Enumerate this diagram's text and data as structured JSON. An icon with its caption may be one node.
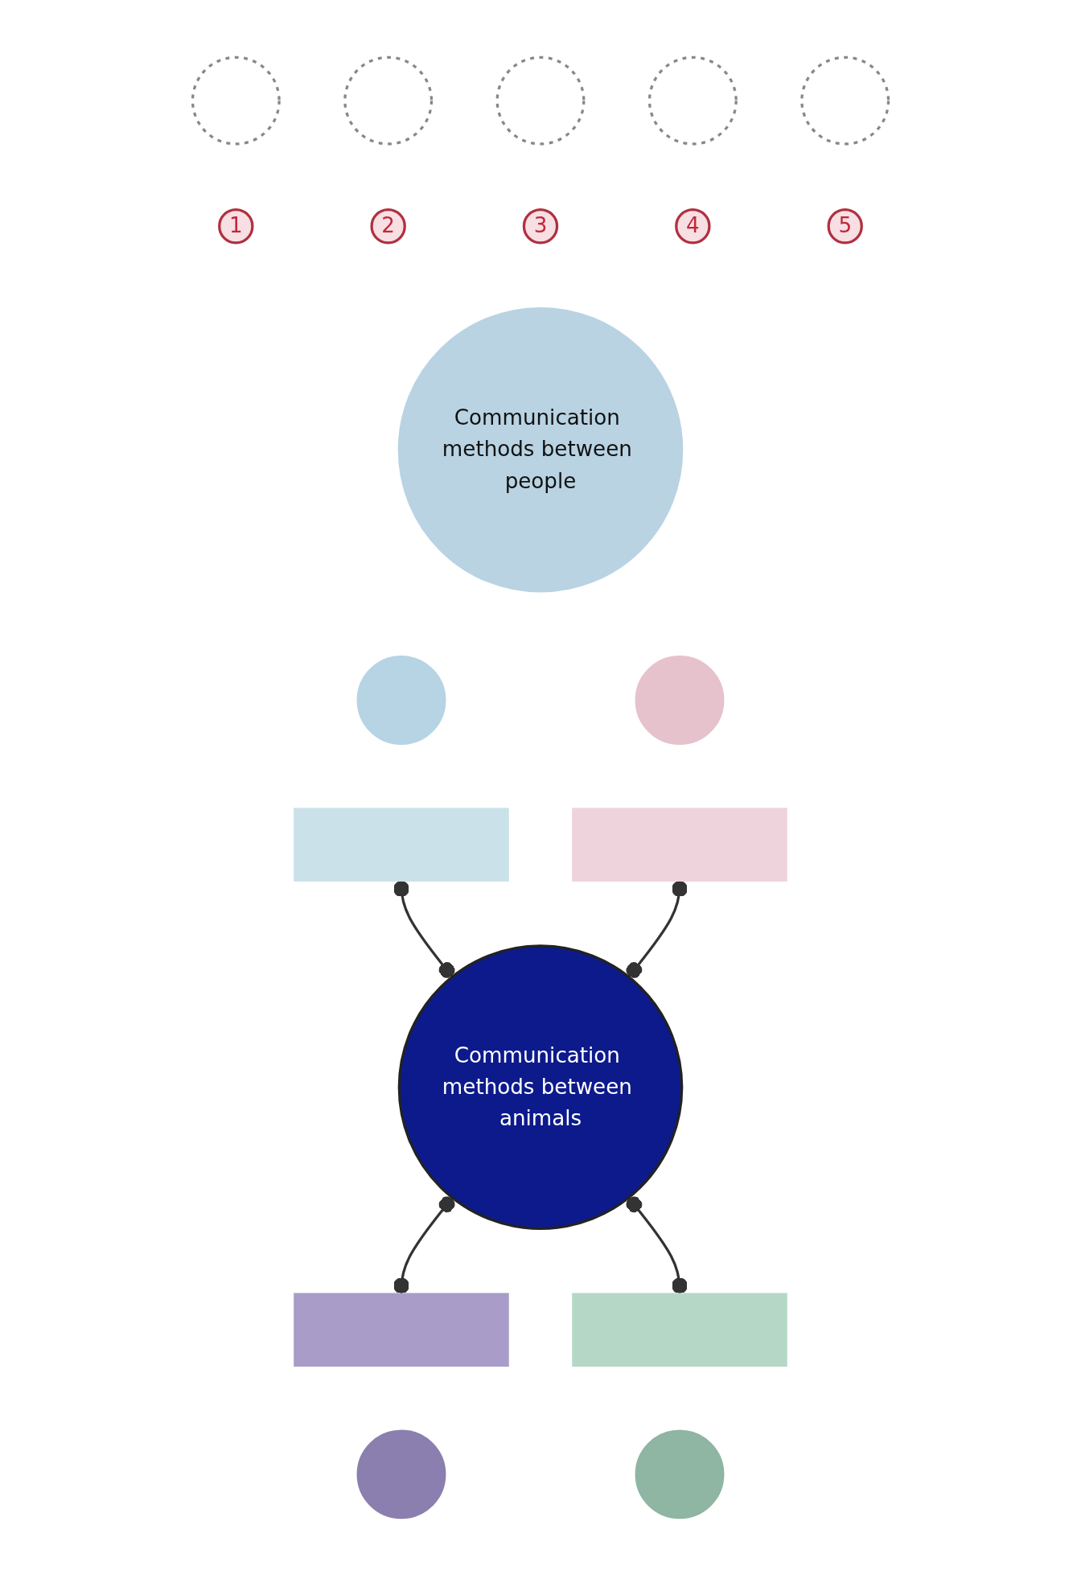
{
  "diagram": {
    "nodes": [
      {
        "text": [
          "Communication methods between people"
        ]
      },
      {
        "text": [
          "1"
        ]
      },
      {
        "text": [
          "2"
        ]
      },
      {
        "text": [
          "3"
        ]
      },
      {
        "text": [
          "4"
        ]
      },
      {
        "text": [
          "5"
        ]
      },
      {
        "text": [],
        "shape": "circle"
      },
      {
        "text": [],
        "shape": "circle"
      },
      {
        "text": [],
        "shape": "circle"
      },
      {
        "text": [],
        "shape": "circle"
      },
      {
        "text": [],
        "shape": "circle"
      },
      {
        "text": [],
        "shape": "circle"
      },
      {
        "text": [],
        "shape": "circle"
      },
      {
        "text": [],
        "shape": "bar"
      },
      {
        "text": [],
        "shape": "bar"
      },
      {
        "text": [
          "Communication methods between animals"
        ]
      },
      {
        "text": [],
        "shape": "bar"
      },
      {
        "text": [],
        "shape": "bar"
      },
      {
        "text": [],
        "shape": "circle"
      },
      {
        "text": [],
        "shape": "circle"
      }
    ],
    "edges": [
      {
        "from": 13,
        "to": 15,
        "arrow": "other"
      },
      {
        "from": 15,
        "to": 16,
        "arrow": "other"
      },
      {
        "from": 14,
        "to": 15,
        "arrow": "other"
      },
      {
        "from": 15,
        "to": 17,
        "arrow": "other"
      }
    ]
  }
}
